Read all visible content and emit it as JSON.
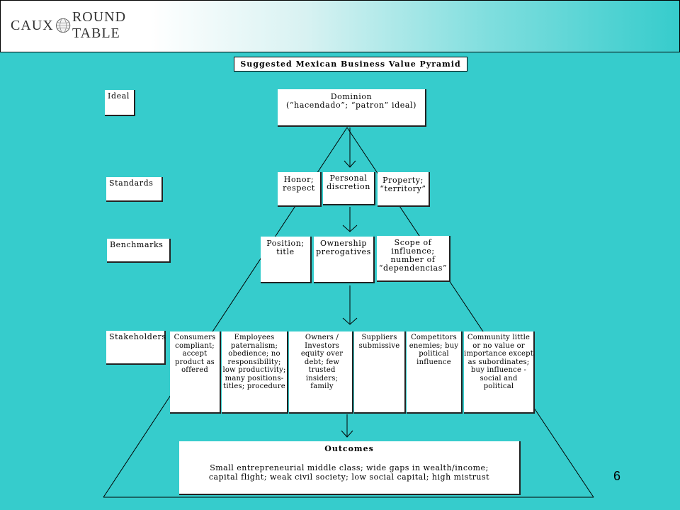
{
  "header": {
    "logo_text_left": "CAUX",
    "logo_text_right": "ROUND TABLE"
  },
  "title": "Suggested Mexican Business Value Pyramid",
  "labels": {
    "ideal": "Ideal",
    "standards": "Standards",
    "benchmarks": "Benchmarks",
    "stakeholders": "Stakeholders"
  },
  "ideal": {
    "line1": "Dominion",
    "line2": "(“hacendado”; “patron” ideal)"
  },
  "standards": [
    "Honor; respect",
    "Personal discretion",
    "Property; “territory”"
  ],
  "benchmarks": [
    "Position; title",
    "Ownership prerogatives",
    "Scope of influence; number of “dependencias”"
  ],
  "stakeholders": [
    "Consumers compliant; accept product as offered",
    "Employees paternalism; obedience; no responsibility; low productivity; many positions-titles; procedure",
    "Owners / Investors equity over debt; few trusted insiders; family",
    "Suppliers submissive",
    "Competitors enemies; buy political influence",
    "Community little or no value or importance except as subordinates; buy influence - social and political"
  ],
  "outcomes": {
    "title": "Outcomes",
    "text": "Small entrepreneurial middle class; wide gaps in wealth/income; capital flight; weak civil society; low social capital; high mistrust"
  },
  "page_number": "6"
}
